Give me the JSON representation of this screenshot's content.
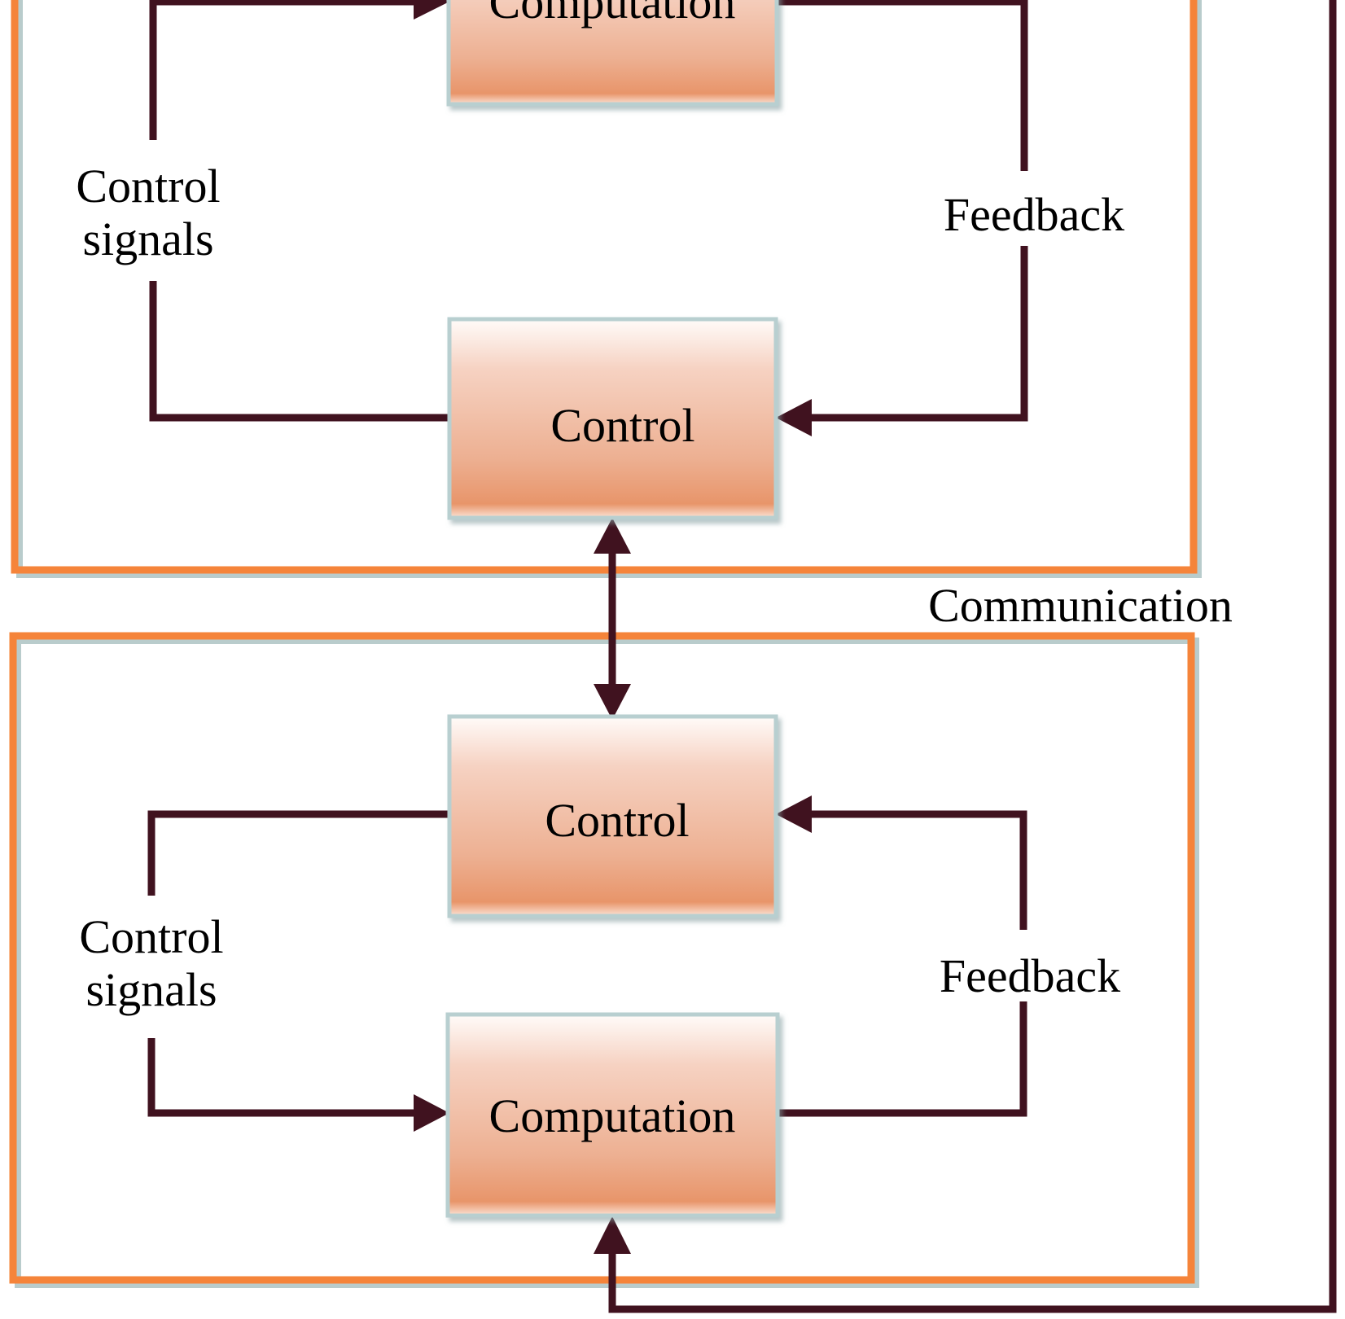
{
  "colors": {
    "frame": "#f5843a",
    "frame_shadow": "#b9cccc",
    "line": "#40121f",
    "box_top": "#fffaf8",
    "box_bottom": "#e8956a",
    "box_border": "#b8cfd0"
  },
  "top_unit": {
    "computation_label": "Computation",
    "control_label": "Control",
    "control_signals_line1": "Control",
    "control_signals_line2": "signals",
    "feedback_label": "Feedback"
  },
  "communication_label": "Communication",
  "bottom_unit": {
    "control_label": "Control",
    "computation_label": "Computation",
    "control_signals_line1": "Control",
    "control_signals_line2": "signals",
    "feedback_label": "Feedback"
  }
}
